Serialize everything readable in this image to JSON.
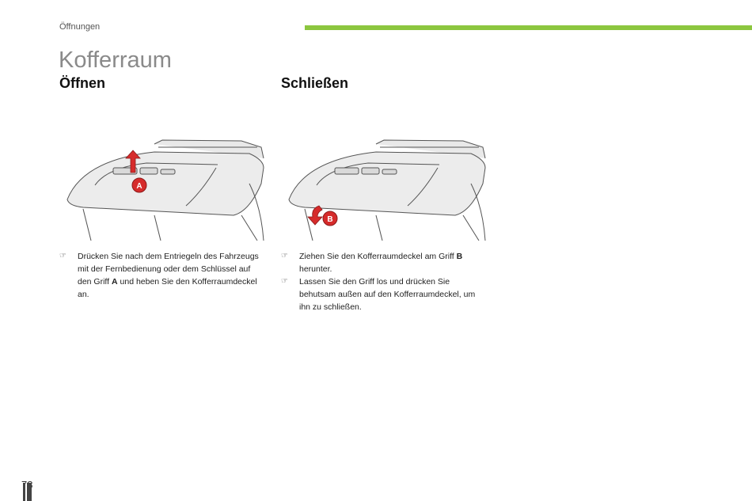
{
  "header": {
    "section": "Öffnungen",
    "accent_color": "#8cc63f"
  },
  "title": "Kofferraum",
  "left": {
    "heading": "Öffnen",
    "marker_label": "A",
    "bullets": [
      {
        "parts": [
          "Drücken Sie nach dem Entriegeln des Fahrzeugs mit der Fernbedienung oder dem Schlüssel auf den Griff ",
          "A",
          " und heben Sie den Kofferraumdeckel an."
        ]
      }
    ]
  },
  "right": {
    "heading": "Schließen",
    "marker_label": "B",
    "bullets": [
      {
        "parts": [
          "Ziehen Sie den Kofferraumdeckel am Griff ",
          "B",
          " herunter."
        ]
      },
      {
        "parts": [
          "Lassen Sie den Griff los und drücken Sie behutsam außen auf den Kofferraumdeckel, um ihn zu schließen.",
          "",
          ""
        ]
      }
    ]
  },
  "bullet_glyph": "☞",
  "marker_color": "#d62b2b",
  "footer": {
    "page_number": "78"
  }
}
